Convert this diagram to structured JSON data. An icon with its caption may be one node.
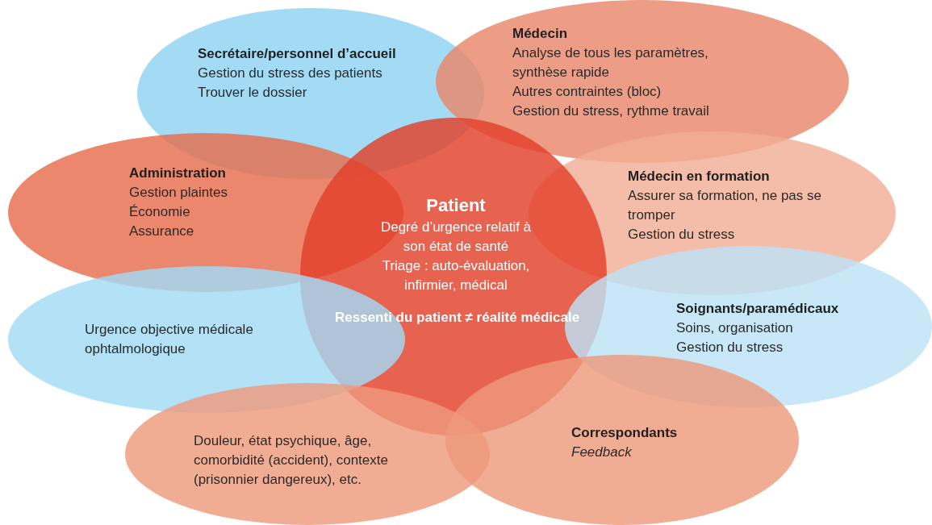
{
  "diagram": {
    "nodes": [
      {
        "text": [
          "Secrétaire/personnel d’accueil",
          "Gestion du stress des patients",
          "Trouver le dossier"
        ]
      },
      {
        "text": [
          "Médecin",
          "Analyse de tous les paramètres, synthèse rapide",
          "Autres contraintes (bloc)",
          "Gestion du stress, rythme travail"
        ]
      },
      {
        "text": [
          "Administration",
          "Gestion plaintes",
          "Économie",
          "Assurance"
        ]
      },
      {
        "text": [
          "Médecin en formation",
          "Assurer sa formation, ne pas se tromper",
          "Gestion du stress"
        ]
      },
      {
        "text": [
          "Patient",
          "Degré d’urgence relatif à son état de santé",
          "Triage : auto-évaluation, infirmier, médical",
          "Ressenti du patient ≠ réalité médicale"
        ]
      },
      {
        "text": [
          "Urgence objective médicale ophtalmologique"
        ]
      },
      {
        "text": [
          "Soignants/paramédicaux",
          "Soins, organisation",
          "Gestion du stress"
        ]
      },
      {
        "text": [
          "Douleur, état psychique, âge, comorbidité (accident), contexte (prisonnier dangereux), etc."
        ]
      },
      {
        "text": [
          "Correspondants",
          "Feedback"
        ]
      }
    ]
  }
}
